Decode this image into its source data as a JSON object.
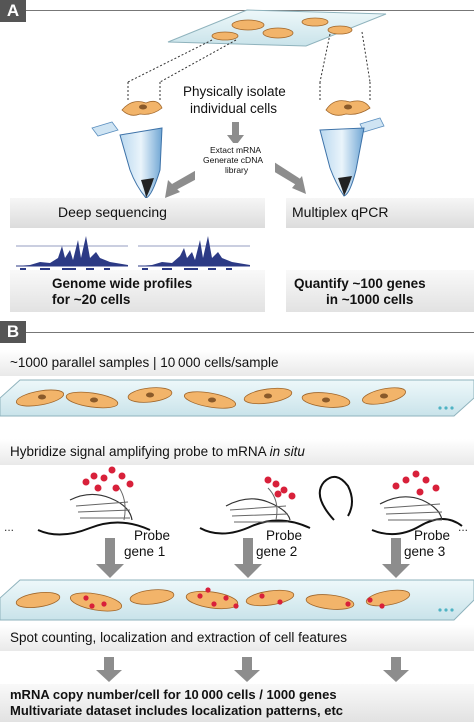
{
  "panel_a": {
    "letter": "A",
    "isolate_line1": "Physically isolate",
    "isolate_line2": "individual cells",
    "extract_line1": "Extact mRNA",
    "extract_line2": "Generate cDNA",
    "extract_line3": "library",
    "deep_seq_label": "Deep sequencing",
    "qpcr_label": "Multiplex qPCR",
    "genome_line1": "Genome wide profiles",
    "genome_line2": "for ~20 cells",
    "quantify_line1": "Quantify ~100 genes",
    "quantify_line2": "in ~1000 cells"
  },
  "panel_b": {
    "letter": "B",
    "samples_label": "~1000 parallel samples | 10 000 cells/sample",
    "hybridize_label": "Hybridize signal amplifying probe to mRNA ",
    "hybridize_italic": "in situ",
    "probes": [
      {
        "line1": "Probe",
        "line2": "gene 1"
      },
      {
        "line1": "Probe",
        "line2": "gene 2"
      },
      {
        "line1": "Probe",
        "line2": "gene 3"
      }
    ],
    "spot_label": "Spot counting, localization and extraction of cell features",
    "result_line1": "mRNA copy number/cell for 10 000 cells / 1000 genes",
    "result_line2": "Multivariate dataset includes localization patterns, etc",
    "ellipsis_left": "...",
    "ellipsis_right": "..."
  },
  "colors": {
    "cell_fill": "#f2b46a",
    "slide_fill": "#dff0f4",
    "probe_dot": "#d8203a",
    "trace_fill": "#2c3a85",
    "arrow_gray": "#8d8d8d",
    "letter_bg": "#555555"
  }
}
